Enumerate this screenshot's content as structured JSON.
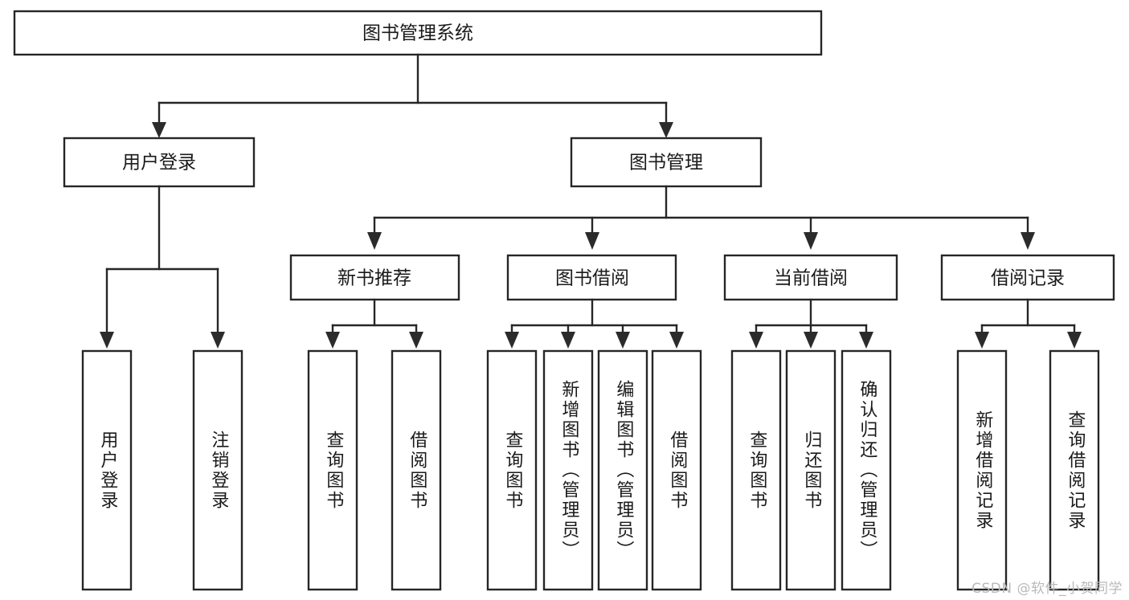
{
  "diagram": {
    "type": "tree-hierarchy",
    "title": "图书管理系统",
    "colors": {
      "background": "#ffffff",
      "box_stroke": "#262626",
      "box_fill": "#ffffff",
      "connector": "#262626",
      "text": "#1a1a1a",
      "watermark": "#b9b9b9"
    },
    "root": {
      "label": "图书管理系统"
    },
    "level2": [
      {
        "label": "用户登录"
      },
      {
        "label": "图书管理"
      }
    ],
    "level3": [
      {
        "label": "新书推荐"
      },
      {
        "label": "图书借阅"
      },
      {
        "label": "当前借阅"
      },
      {
        "label": "借阅记录"
      }
    ],
    "leaves": {
      "user_login": [
        {
          "label": "用户登录"
        },
        {
          "label": "注销登录"
        }
      ],
      "new_book_recommend": [
        {
          "label": "查询图书"
        },
        {
          "label": "借阅图书"
        }
      ],
      "book_borrow": [
        {
          "label": "查询图书"
        },
        {
          "label": "新增图书（管理员）"
        },
        {
          "label": "编辑图书（管理员）"
        },
        {
          "label": "借阅图书"
        }
      ],
      "current_borrow": [
        {
          "label": "查询图书"
        },
        {
          "label": "归还图书"
        },
        {
          "label": "确认归还（管理员）"
        }
      ],
      "borrow_record": [
        {
          "label": "新增借阅记录"
        },
        {
          "label": "查询借阅记录"
        }
      ]
    },
    "watermark": "CSDN @软件_小贺同学"
  }
}
